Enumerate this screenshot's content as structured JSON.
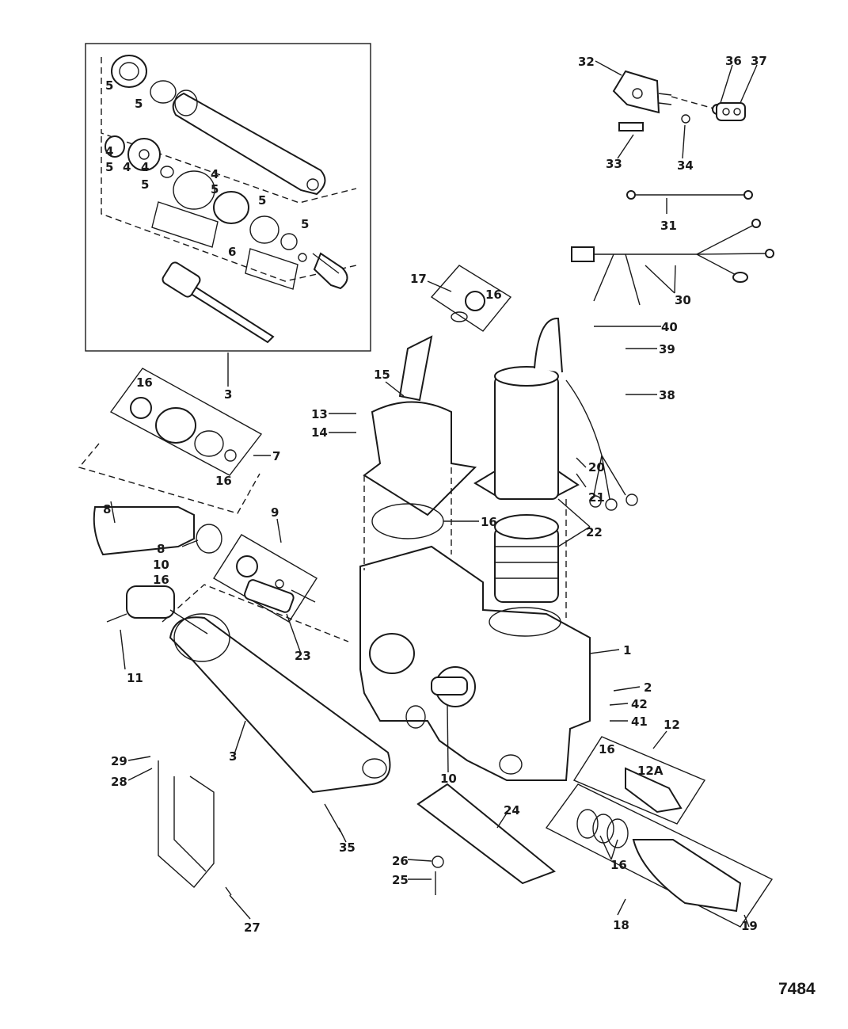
{
  "figure": {
    "number": "7484",
    "callouts": {
      "c5a": "5",
      "c5b": "5",
      "c4a": "4",
      "c5c": "5",
      "c4b": "4",
      "c4c": "4",
      "c4d": "4",
      "c5d": "5",
      "c5e": "5",
      "c5f": "5",
      "c5g": "5",
      "c6": "6",
      "c3top": "3",
      "c17": "17",
      "c16a": "16",
      "c32": "32",
      "c36": "36",
      "c37": "37",
      "c33": "33",
      "c34": "34",
      "c31": "31",
      "c30": "30",
      "c40": "40",
      "c39": "39",
      "c38": "38",
      "c15": "15",
      "c13": "13",
      "c14": "14",
      "c16b": "16",
      "c16c": "16",
      "c7": "7",
      "c8a": "8",
      "c8b": "8",
      "c10a": "10",
      "c16d": "16",
      "c9": "9",
      "c20": "20",
      "c21": "21",
      "c16e": "16",
      "c22": "22",
      "c23": "23",
      "c11": "11",
      "c1": "1",
      "c2": "2",
      "c42": "42",
      "c41": "41",
      "c12": "12",
      "c16f": "16",
      "c12a": "12A",
      "c3bot": "3",
      "c10b": "10",
      "c29": "29",
      "c28": "28",
      "c24": "24",
      "c35": "35",
      "c26": "26",
      "c25": "25",
      "c16g": "16",
      "c18": "18",
      "c19": "19",
      "c27": "27"
    }
  }
}
